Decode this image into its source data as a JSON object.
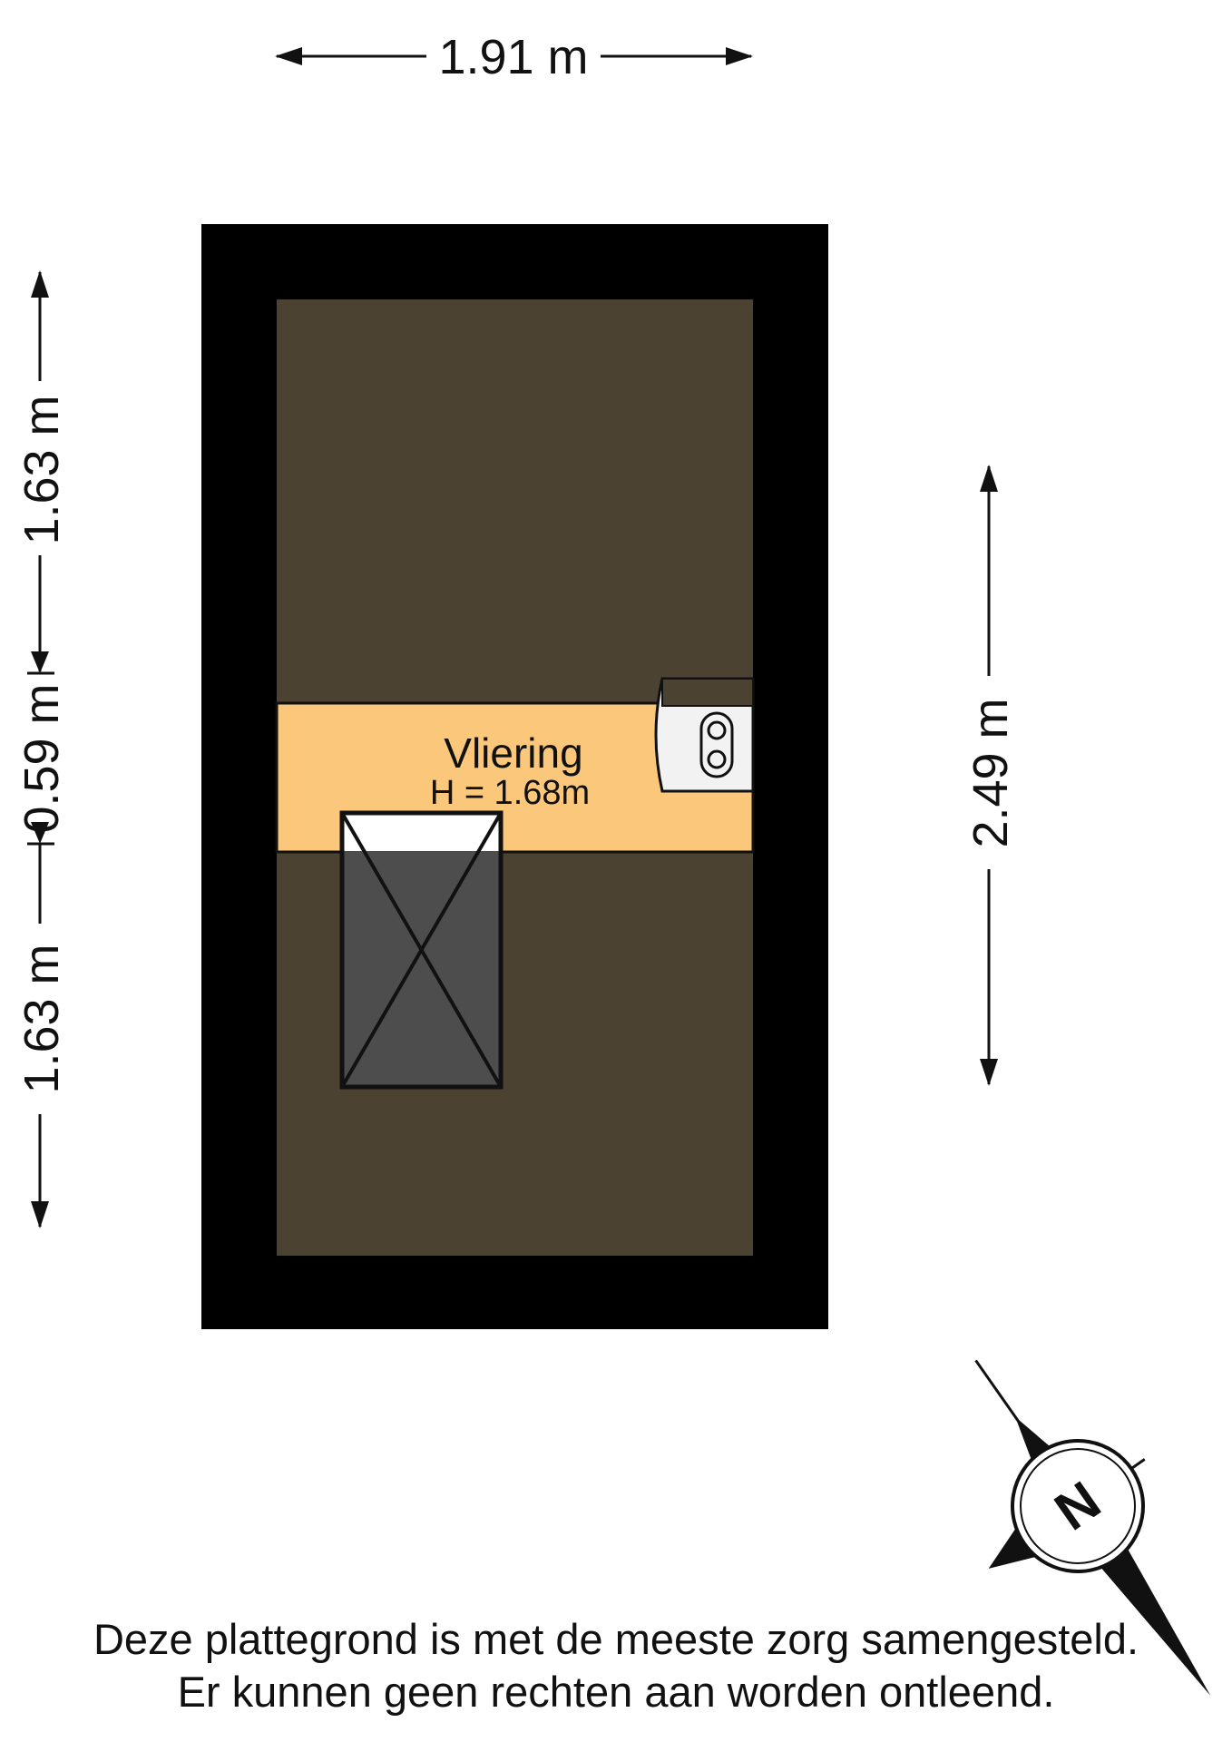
{
  "dimensions": {
    "top_width": "1.91 m",
    "left_top": "1.63 m",
    "left_middle": "0.59 m",
    "left_bottom": "1.63 m",
    "right_height": "2.49 m"
  },
  "room": {
    "name": "Vliering",
    "height": "H = 1.68m"
  },
  "compass": {
    "label": "N"
  },
  "disclaimer": {
    "line1": "Deze plattegrond is met de meeste zorg samengesteld.",
    "line2": "Er kunnen geen rechten aan worden ontleend."
  },
  "colors": {
    "wall": "#000000",
    "low_ceiling_area": "#4b4232",
    "room_floor": "#fbc77a",
    "hatch": "#4d4d4d",
    "fixture": "#f2f2f2"
  }
}
